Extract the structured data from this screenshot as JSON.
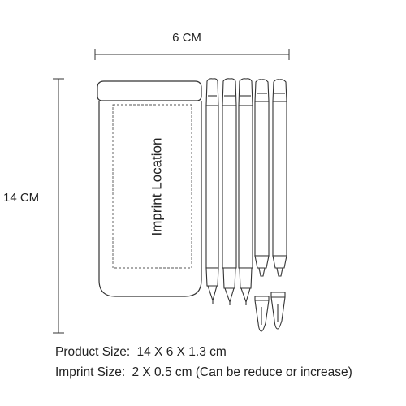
{
  "dimensions": {
    "width_label": "6 CM",
    "height_label": "14  CM"
  },
  "imprint_area_label": "Imprint Location",
  "specs": {
    "product_size_label": "Product Size:",
    "product_size_value": "14 X 6 X 1.3 cm",
    "imprint_size_label": "Imprint Size:",
    "imprint_size_value": "2 X 0.5 cm  (Can be reduce or increase)"
  },
  "colors": {
    "line": "#333333",
    "background": "#ffffff"
  }
}
